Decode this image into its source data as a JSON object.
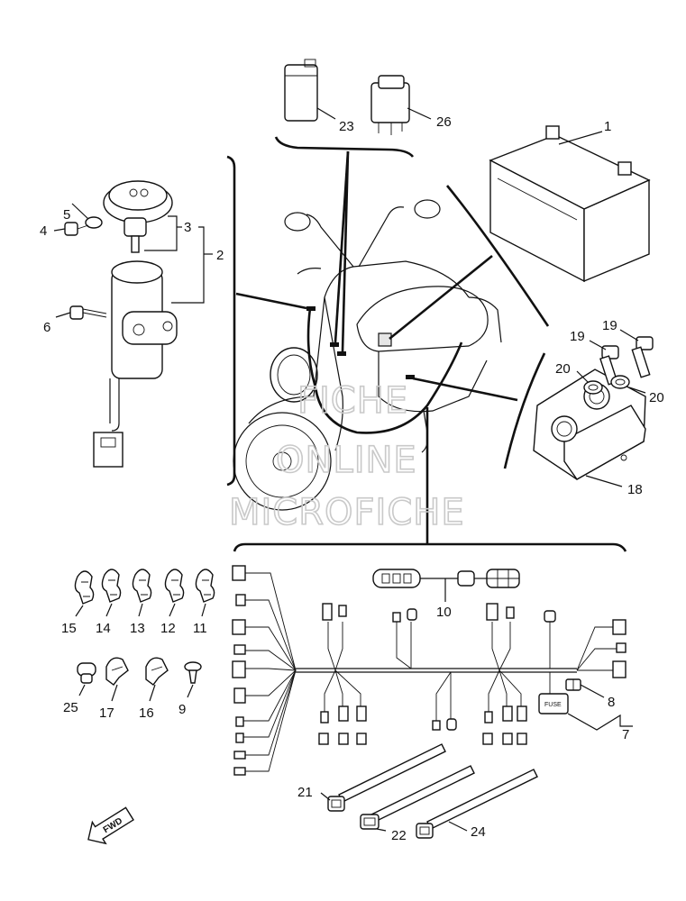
{
  "watermark": {
    "line1": "FICHE",
    "line2": "ONLINE",
    "line3": "MICROFICHE"
  },
  "labels": {
    "p1": "1",
    "p2": "2",
    "p3": "3",
    "p4": "4",
    "p5": "5",
    "p6": "6",
    "p7": "7",
    "p8": "8",
    "p9": "9",
    "p10": "10",
    "p11": "11",
    "p12": "12",
    "p13": "13",
    "p14": "14",
    "p15": "15",
    "p16": "16",
    "p17": "17",
    "p18": "18",
    "p19a": "19",
    "p19b": "19",
    "p20a": "20",
    "p20b": "20",
    "p21": "21",
    "p22": "22",
    "p23": "23",
    "p24": "24",
    "p25": "25",
    "p26": "26"
  },
  "fuse_text": "FUSE",
  "fwd_text": "FWD"
}
